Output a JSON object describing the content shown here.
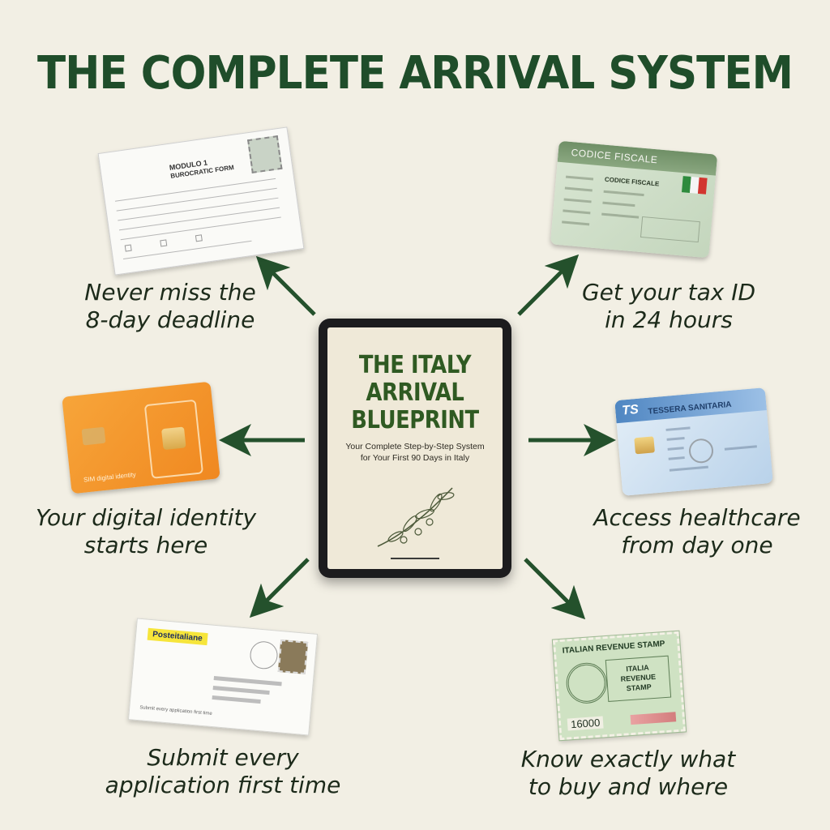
{
  "title": "THE COMPLETE ARRIVAL SYSTEM",
  "tablet": {
    "book_title": "THE ITALY ARRIVAL BLUEPRINT",
    "subtitle_line1": "Your Complete Step-by-Step System",
    "subtitle_line2": "for Your First 90 Days in Italy"
  },
  "items": [
    {
      "caption_line1": "Never miss the",
      "caption_line2": "8-day deadline",
      "visual": "form"
    },
    {
      "caption_line1": "Get your tax ID",
      "caption_line2": "in 24 hours",
      "visual": "tax-id-card"
    },
    {
      "caption_line1": "Your digital identity",
      "caption_line2": "starts here",
      "visual": "sim-card"
    },
    {
      "caption_line1": "Access healthcare",
      "caption_line2": "from day one",
      "visual": "health-card"
    },
    {
      "caption_line1": "Submit every",
      "caption_line2": "application first time",
      "visual": "envelope"
    },
    {
      "caption_line1": "Know exactly what",
      "caption_line2": "to buy and where",
      "visual": "revenue-stamp"
    }
  ],
  "form": {
    "head1": "MODULO 1",
    "head2": "BUROCRATIC FORM"
  },
  "tax_card": {
    "title": "CODICE FISCALE",
    "label": "CODICE FISCALE"
  },
  "sim_card": {
    "label": "SIM digital identity"
  },
  "health_card": {
    "logo": "TS",
    "title": "TESSERA SANITARIA"
  },
  "envelope": {
    "brand": "Posteitaliane",
    "footer": "Submit every application first time"
  },
  "revenue_stamp": {
    "top": "ITALIAN REVENUE STAMP",
    "inner_line1": "ITALIA",
    "inner_line2": "REVENUE",
    "inner_line3": "STAMP",
    "value": "16000"
  },
  "colors": {
    "background": "#f2efe4",
    "title_green": "#1f4d2a",
    "arrow_green": "#24512c"
  }
}
